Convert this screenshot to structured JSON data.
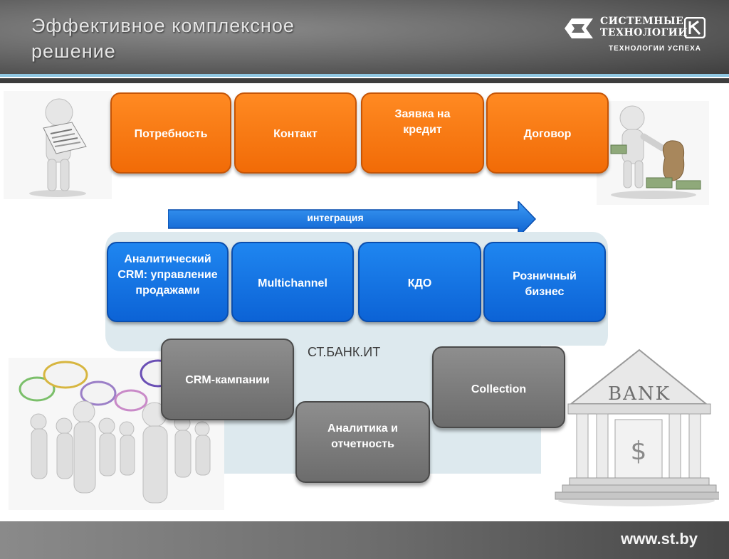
{
  "header": {
    "title_line1": "Эффективное комплексное",
    "title_line2": "решение"
  },
  "logo": {
    "line1": "СИСТЕМНЫЕ",
    "line2": "ТЕХНОЛОГИИ",
    "slogan": "ТЕХНОЛОГИИ УСПЕХА"
  },
  "process": {
    "steps": [
      "Потребность",
      "Контакт",
      "Заявка на кредит",
      "Договор"
    ]
  },
  "integration": {
    "label": "интеграция"
  },
  "modules": {
    "items": [
      "Аналитический CRM: управление продажами",
      "Multichannel",
      "КДО",
      "Розничный бизнес"
    ]
  },
  "platform": {
    "label": "СТ.БАНК.ИТ",
    "items": [
      "CRM-кампании",
      "Аналитика и отчетность",
      "Collection"
    ]
  },
  "bank_sign": "BANK",
  "footer": {
    "site": "www.st.by"
  },
  "colors": {
    "orange": "#f47b12",
    "blue": "#1173e4",
    "gray": "#7d7d7d",
    "panel": "#dde9ee"
  }
}
